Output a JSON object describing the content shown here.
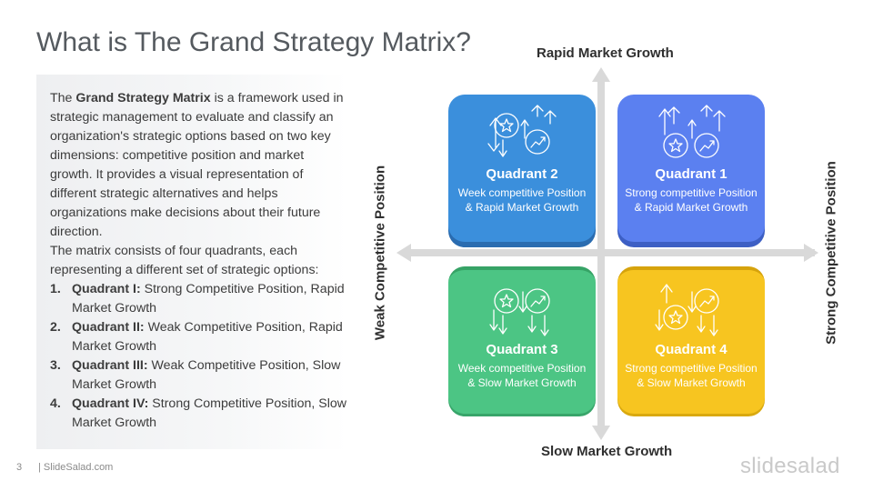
{
  "slide": {
    "title": "What is The Grand Strategy Matrix?",
    "page_number": "3",
    "site": "| SlideSalad.com",
    "brand": "slidesalad"
  },
  "text": {
    "intro_prefix": "The ",
    "intro_bold": "Grand Strategy Matrix",
    "intro_rest": " is a framework used in strategic management to evaluate and classify an organization's strategic options based on two key dimensions: competitive position and market growth. It provides a visual representation of different strategic alternatives and helps organizations make decisions about their future direction.",
    "intro2": "The matrix consists of four quadrants, each representing a different set of strategic options:",
    "list": [
      {
        "num": "1.",
        "bold": "Quadrant I:",
        "rest": " Strong Competitive Position, Rapid Market Growth"
      },
      {
        "num": "2.",
        "bold": "Quadrant II:",
        "rest": " Weak Competitive Position, Rapid Market Growth"
      },
      {
        "num": "3.",
        "bold": "Quadrant III:",
        "rest": "  Weak Competitive Position, Slow Market Growth"
      },
      {
        "num": "4.",
        "bold": "Quadrant IV:",
        "rest": " Strong Competitive Position, Slow Market Growth"
      }
    ]
  },
  "axes": {
    "top": "Rapid Market Growth",
    "bottom": "Slow Market Growth",
    "left": "Weak Competitive Position",
    "right": "Strong Competitive Position",
    "color": "#d9d9d9"
  },
  "quadrants": {
    "q2": {
      "title": "Quadrant 2",
      "desc": "Week competitive Position & Rapid Market Growth",
      "color": "#3b8fdc",
      "icon": "star-and-trend-icon"
    },
    "q1": {
      "title": "Quadrant 1",
      "desc": "Strong competitive Position & Rapid Market Growth",
      "color": "#5b80f0",
      "icon": "star-and-trend-icon"
    },
    "q3": {
      "title": "Quadrant 3",
      "desc": "Week competitive Position & Slow Market Growth",
      "color": "#4cc584",
      "icon": "star-and-trend-icon"
    },
    "q4": {
      "title": "Quadrant 4",
      "desc": "Strong competitive Position & Slow Market Growth",
      "color": "#f7c520",
      "icon": "star-and-trend-icon"
    }
  }
}
